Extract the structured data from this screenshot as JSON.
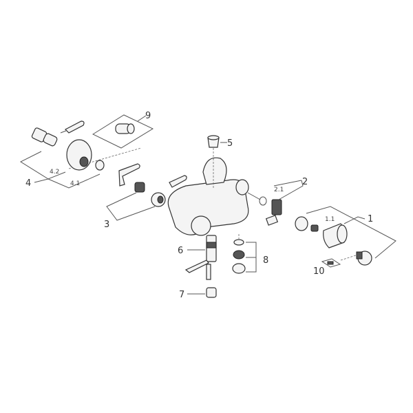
{
  "diagram": {
    "type": "exploded parts diagram",
    "background": "#ffffff",
    "line_color": "#555555",
    "labels": {
      "p1": "1",
      "p1_1": "1.1",
      "p2": "2",
      "p2_1": "2.1",
      "p3": "3",
      "p4": "4",
      "p4_1": "4.1",
      "p4_2": "4.2",
      "p5": "5",
      "p6": "6",
      "p7": "7",
      "p8": "8",
      "p9": "9",
      "p10": "10"
    }
  }
}
